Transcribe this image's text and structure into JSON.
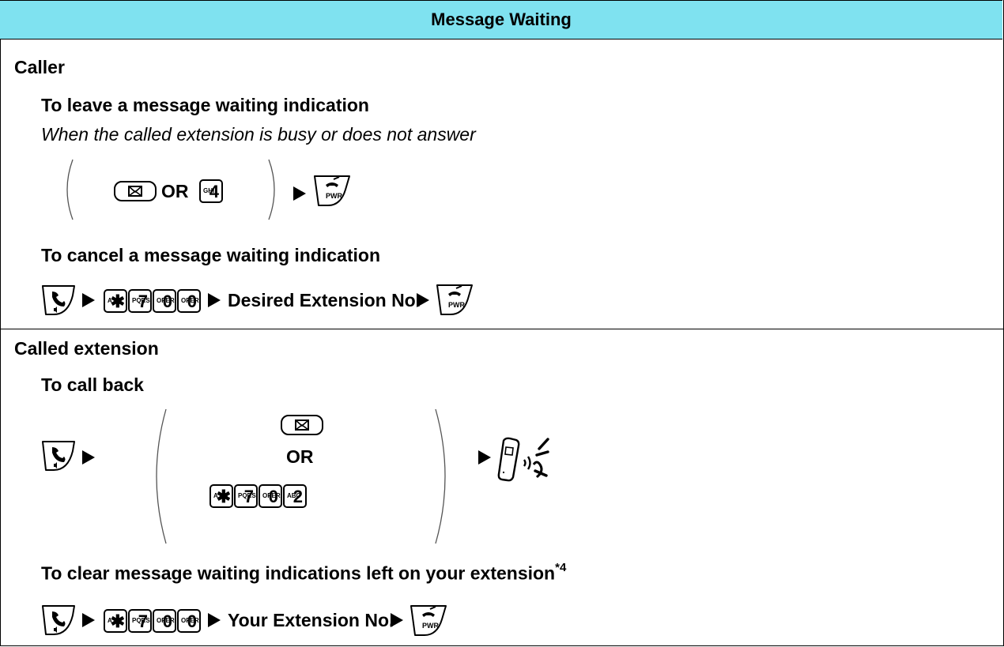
{
  "header": {
    "title": "Message Waiting"
  },
  "caller": {
    "section_label": "Caller",
    "leave": {
      "title": "To leave a message waiting indication",
      "subtitle": "When the called extension is busy or does not answer",
      "or_label": "OR",
      "key_letters": "GHI",
      "key_digit": "4"
    },
    "cancel": {
      "title": "To cancel a message waiting indication",
      "keys": [
        {
          "letters": "A↔a",
          "digit": "✱"
        },
        {
          "letters": "PQRS",
          "digit": "7"
        },
        {
          "letters": "OPER",
          "digit": "0"
        },
        {
          "letters": "OPER",
          "digit": "0"
        }
      ],
      "target": "Desired Extension No."
    }
  },
  "called": {
    "section_label": "Called extension",
    "callback": {
      "title": "To call back",
      "or_label": "OR",
      "keys": [
        {
          "letters": "A↔a",
          "digit": "✱"
        },
        {
          "letters": "PQRS",
          "digit": "7"
        },
        {
          "letters": "OPER",
          "digit": "0"
        },
        {
          "letters": "ABC",
          "digit": "2"
        }
      ]
    },
    "clear": {
      "title": "To clear message waiting indications left on your extension",
      "footnote": "*4",
      "keys": [
        {
          "letters": "A↔a",
          "digit": "✱"
        },
        {
          "letters": "PQRS",
          "digit": "7"
        },
        {
          "letters": "OPER",
          "digit": "0"
        },
        {
          "letters": "OPER",
          "digit": "0"
        }
      ],
      "target": "Your Extension No."
    }
  },
  "icons": {
    "message_key": "envelope-icon",
    "talk_key": "handset-speaker-icon",
    "power_key": "pwr-off-icon",
    "talk_out": "handset-talk-icon"
  }
}
